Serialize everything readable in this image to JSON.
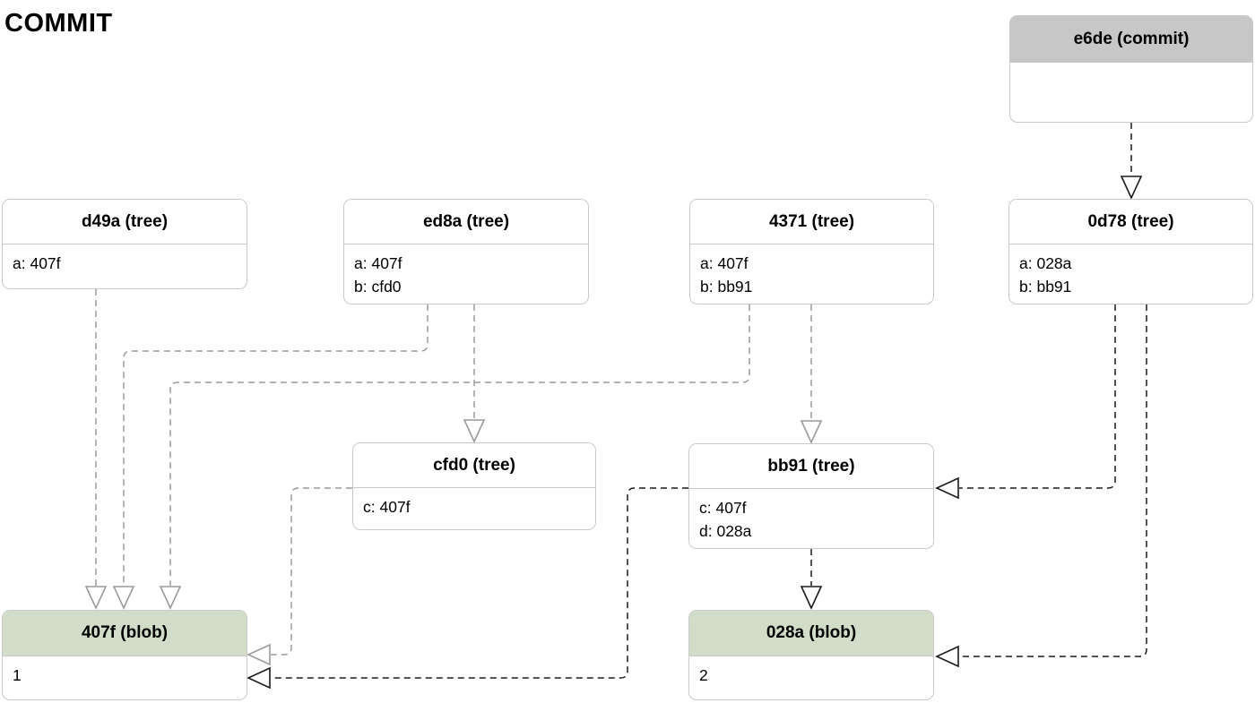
{
  "title": "COMMIT",
  "colors": {
    "background": "#ffffff",
    "box_border": "#c9c9c9",
    "commit_header": "#c7c7c7",
    "tree_header": "#ffffff",
    "blob_header": "#d1ddc8",
    "edge_gray": "#9a9a9a",
    "edge_black": "#1a1a1a",
    "text": "#000000"
  },
  "nodes": [
    {
      "id": "e6de",
      "type": "commit",
      "label": "e6de (commit)",
      "entries": []
    },
    {
      "id": "d49a",
      "type": "tree",
      "label": "d49a (tree)",
      "entries": [
        "a: 407f"
      ]
    },
    {
      "id": "ed8a",
      "type": "tree",
      "label": "ed8a (tree)",
      "entries": [
        "a: 407f",
        "b: cfd0"
      ]
    },
    {
      "id": "4371",
      "type": "tree",
      "label": "4371 (tree)",
      "entries": [
        "a: 407f",
        "b: bb91"
      ]
    },
    {
      "id": "0d78",
      "type": "tree",
      "label": "0d78 (tree)",
      "entries": [
        "a: 028a",
        "b: bb91"
      ]
    },
    {
      "id": "cfd0",
      "type": "tree",
      "label": "cfd0 (tree)",
      "entries": [
        "c: 407f"
      ]
    },
    {
      "id": "bb91",
      "type": "tree",
      "label": "bb91 (tree)",
      "entries": [
        "c: 407f",
        "d: 028a"
      ]
    },
    {
      "id": "407f",
      "type": "blob",
      "label": "407f (blob)",
      "entries": [
        "1"
      ]
    },
    {
      "id": "028a",
      "type": "blob",
      "label": "028a (blob)",
      "entries": [
        "2"
      ]
    }
  ],
  "edges": [
    {
      "from": "e6de",
      "to": "0d78",
      "entry": "",
      "color": "black"
    },
    {
      "from": "d49a",
      "to": "407f",
      "entry": "a",
      "color": "gray"
    },
    {
      "from": "ed8a",
      "to": "407f",
      "entry": "a",
      "color": "gray"
    },
    {
      "from": "ed8a",
      "to": "cfd0",
      "entry": "b",
      "color": "gray"
    },
    {
      "from": "4371",
      "to": "407f",
      "entry": "a",
      "color": "gray"
    },
    {
      "from": "4371",
      "to": "bb91",
      "entry": "b",
      "color": "gray"
    },
    {
      "from": "0d78",
      "to": "028a",
      "entry": "a",
      "color": "black"
    },
    {
      "from": "0d78",
      "to": "bb91",
      "entry": "b",
      "color": "black"
    },
    {
      "from": "cfd0",
      "to": "407f",
      "entry": "c",
      "color": "gray"
    },
    {
      "from": "bb91",
      "to": "407f",
      "entry": "c",
      "color": "black"
    },
    {
      "from": "bb91",
      "to": "028a",
      "entry": "d",
      "color": "black"
    }
  ]
}
